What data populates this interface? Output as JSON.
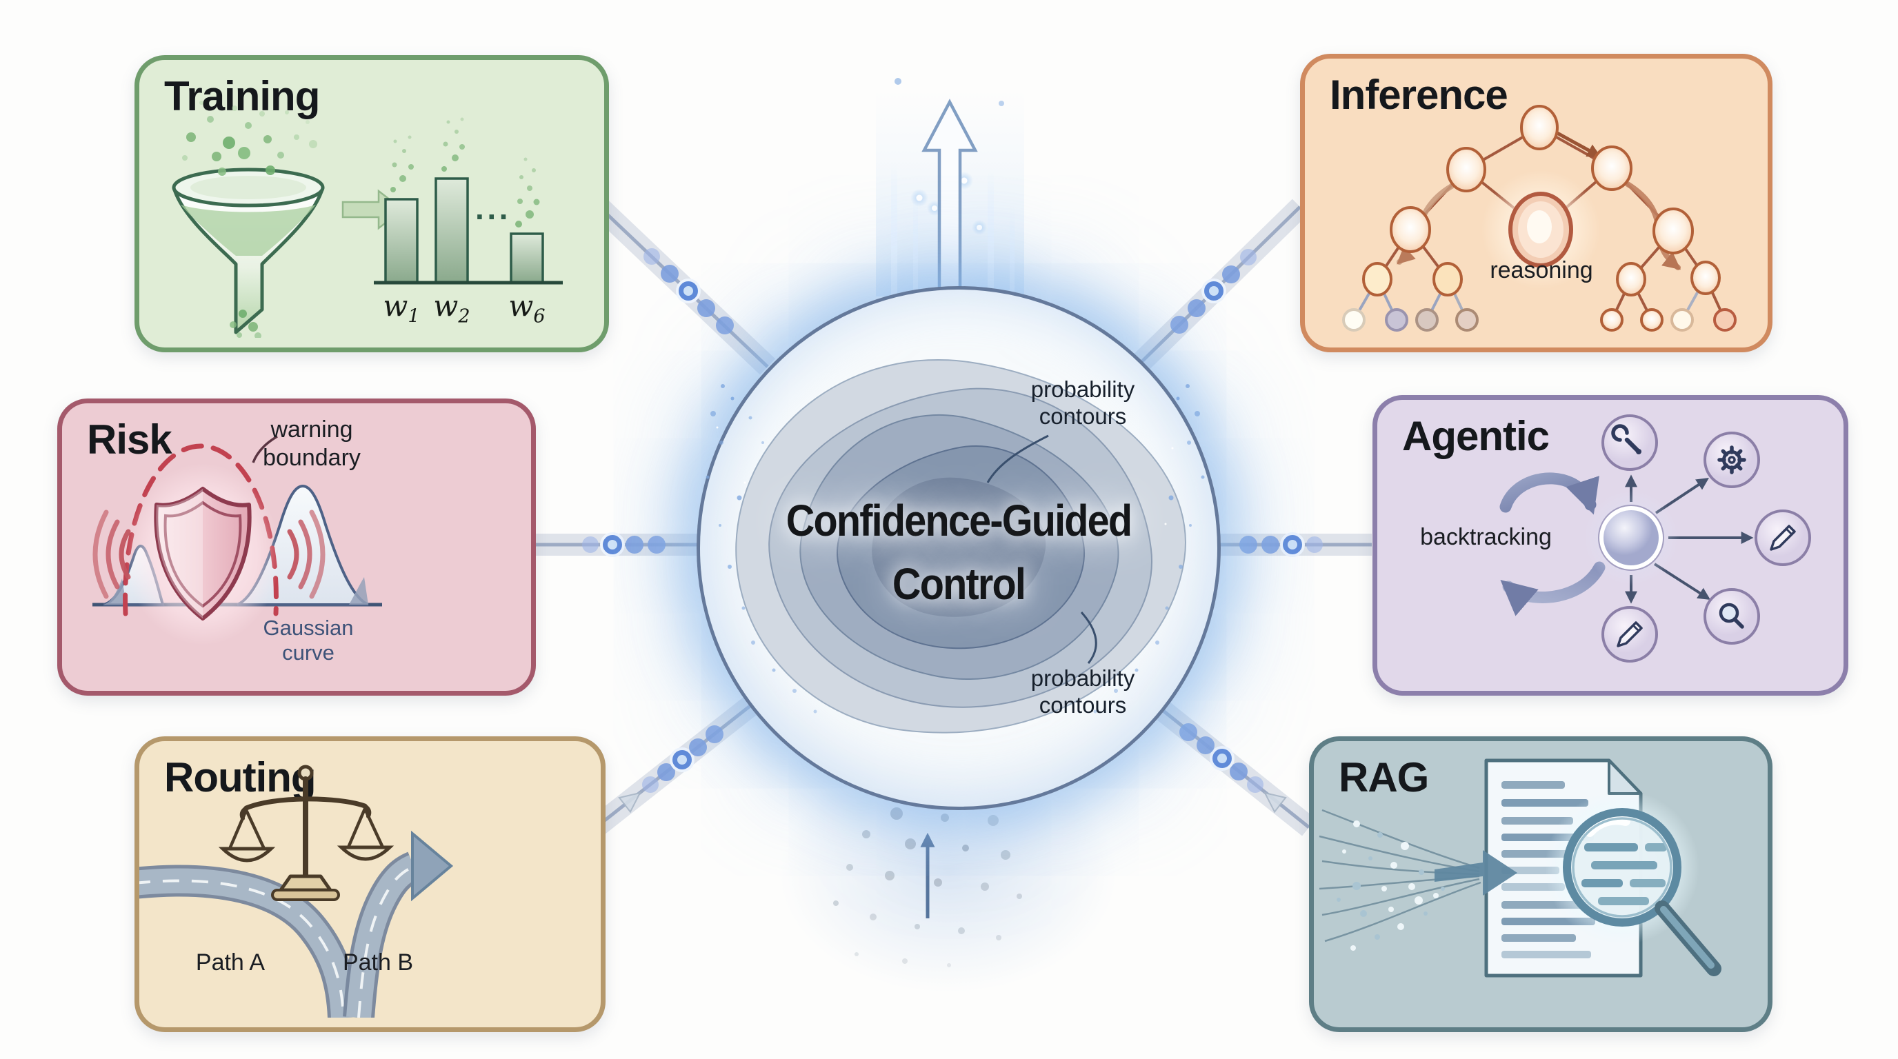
{
  "center": {
    "title_line1": "Confidence-Guided",
    "title_line2": "Control",
    "top_label_line1": "probability",
    "top_label_line2": "contours",
    "bottom_label_line1": "probability",
    "bottom_label_line2": "contours"
  },
  "training": {
    "title": "Training",
    "ellipsis": "···",
    "weights": [
      {
        "base": "w",
        "sub": "1"
      },
      {
        "base": "w",
        "sub": "2"
      },
      {
        "base": "w",
        "sub": "6"
      }
    ]
  },
  "risk": {
    "title": "Risk",
    "warning_line1": "warning",
    "warning_line2": "boundary",
    "gaussian_label": "Gaussian curve"
  },
  "routing": {
    "title": "Routing",
    "path_a": "Path A",
    "path_b": "Path B"
  },
  "inference": {
    "title": "Inference",
    "reasoning_label": "reasoning"
  },
  "agentic": {
    "title": "Agentic",
    "backtracking_label": "backtracking"
  },
  "rag": {
    "title": "RAG"
  },
  "colors": {
    "training_accent": "#6f9d6c",
    "risk_accent": "#a4596b",
    "routing_accent": "#b5986b",
    "inference_accent": "#d08a5f",
    "agentic_accent": "#8c7fab",
    "rag_accent": "#5e7e86",
    "center_glow": "#7eb0e9",
    "bead_blue": "#7d9ede"
  }
}
